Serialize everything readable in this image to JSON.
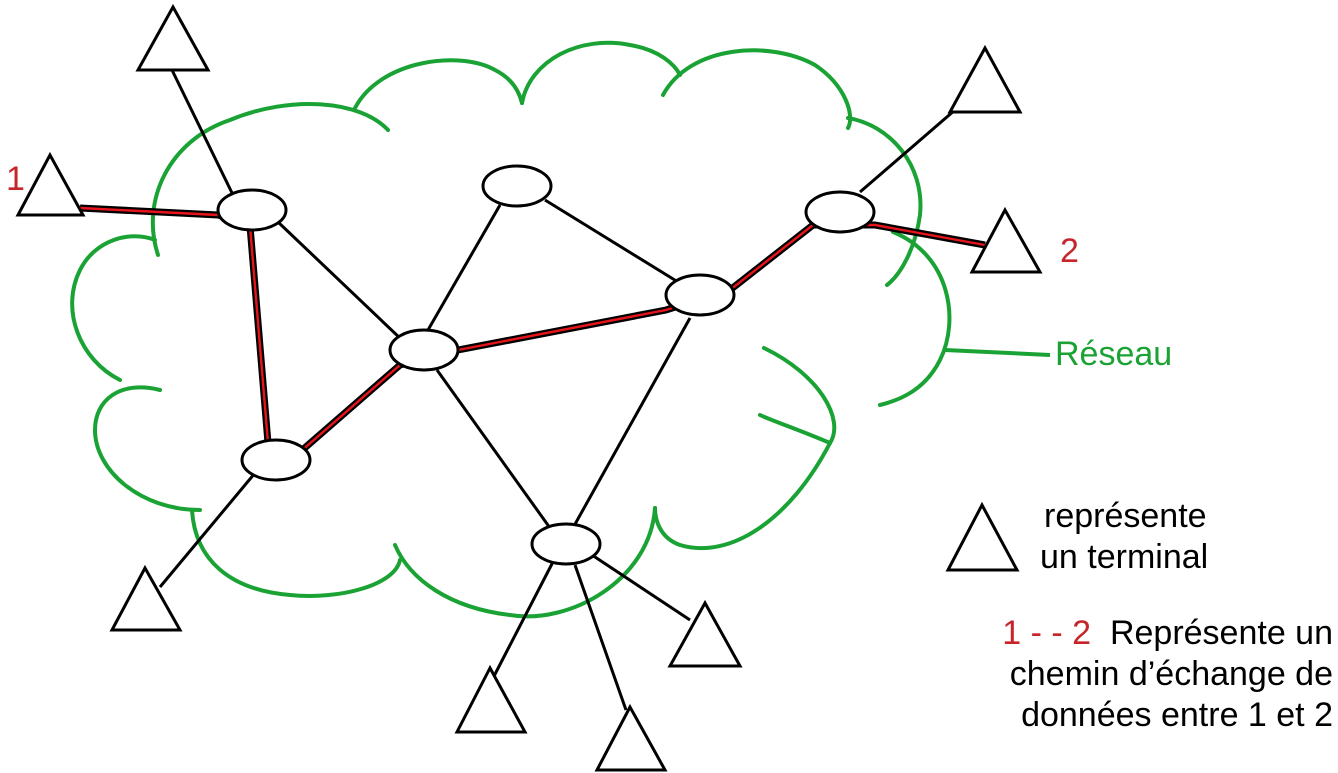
{
  "labels": {
    "terminal_1": "1",
    "terminal_2": "2",
    "network": "Réseau"
  },
  "legend": {
    "terminal_line1": "représente",
    "terminal_line2": "un terminal",
    "path_key": "1 - - 2",
    "path_line1": "Représente un",
    "path_line2": "chemin d’échange de",
    "path_line3": "données entre 1 et 2"
  },
  "colors": {
    "cloud": "#1aa334",
    "path": "#e8141b",
    "label_red": "#c6252a",
    "line": "#000000"
  }
}
